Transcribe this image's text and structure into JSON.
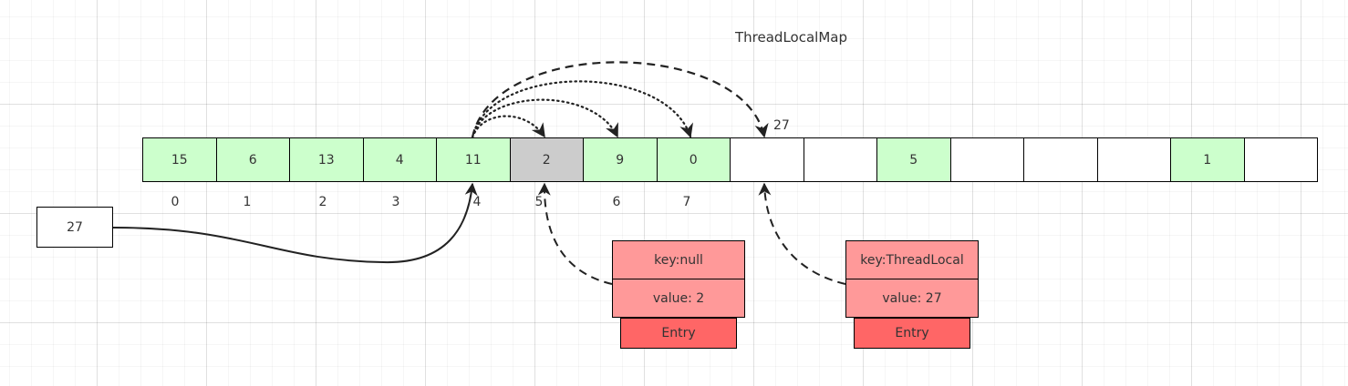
{
  "title": "ThreadLocalMap",
  "slots": [
    {
      "value": "15",
      "state": "filled"
    },
    {
      "value": "6",
      "state": "filled"
    },
    {
      "value": "13",
      "state": "filled"
    },
    {
      "value": "4",
      "state": "filled"
    },
    {
      "value": "11",
      "state": "filled"
    },
    {
      "value": "2",
      "state": "stale"
    },
    {
      "value": "9",
      "state": "filled"
    },
    {
      "value": "0",
      "state": "filled"
    },
    {
      "value": "",
      "state": "empty"
    },
    {
      "value": "",
      "state": "empty"
    },
    {
      "value": "5",
      "state": "filled"
    },
    {
      "value": "",
      "state": "empty"
    },
    {
      "value": "",
      "state": "empty"
    },
    {
      "value": "",
      "state": "empty"
    },
    {
      "value": "1",
      "state": "filled"
    },
    {
      "value": "",
      "state": "empty"
    }
  ],
  "indices": [
    "0",
    "1",
    "2",
    "3",
    "4",
    "5",
    "6",
    "7"
  ],
  "slot_label_27": "27",
  "input_key": "27",
  "entries": [
    {
      "key": "key:null",
      "value": "value: 2",
      "label": "Entry"
    },
    {
      "key": "key:ThreadLocal",
      "value": "value: 27",
      "label": "Entry"
    }
  ],
  "colors": {
    "filled": "#ccffcc",
    "stale": "#cccccc",
    "empty": "#ffffff",
    "entry_rows": "#ff9999",
    "entry_label": "#ff6666",
    "line": "#333333"
  }
}
